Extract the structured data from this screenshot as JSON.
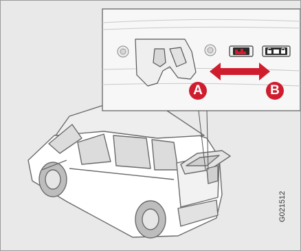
{
  "figure": {
    "callout_a": "A",
    "callout_b": "B",
    "figure_code": "G021512"
  },
  "colors": {
    "callout_fill": "#cf1d2e",
    "arrow_fill": "#cf1d2e",
    "background": "#e9e9e9",
    "inset_background": "#f7f7f7"
  },
  "icons": [
    "car-rear-icon",
    "lock-mechanism-icon",
    "child-lock-button-icon",
    "unlock-lock-button-icon",
    "double-arrow-icon"
  ]
}
